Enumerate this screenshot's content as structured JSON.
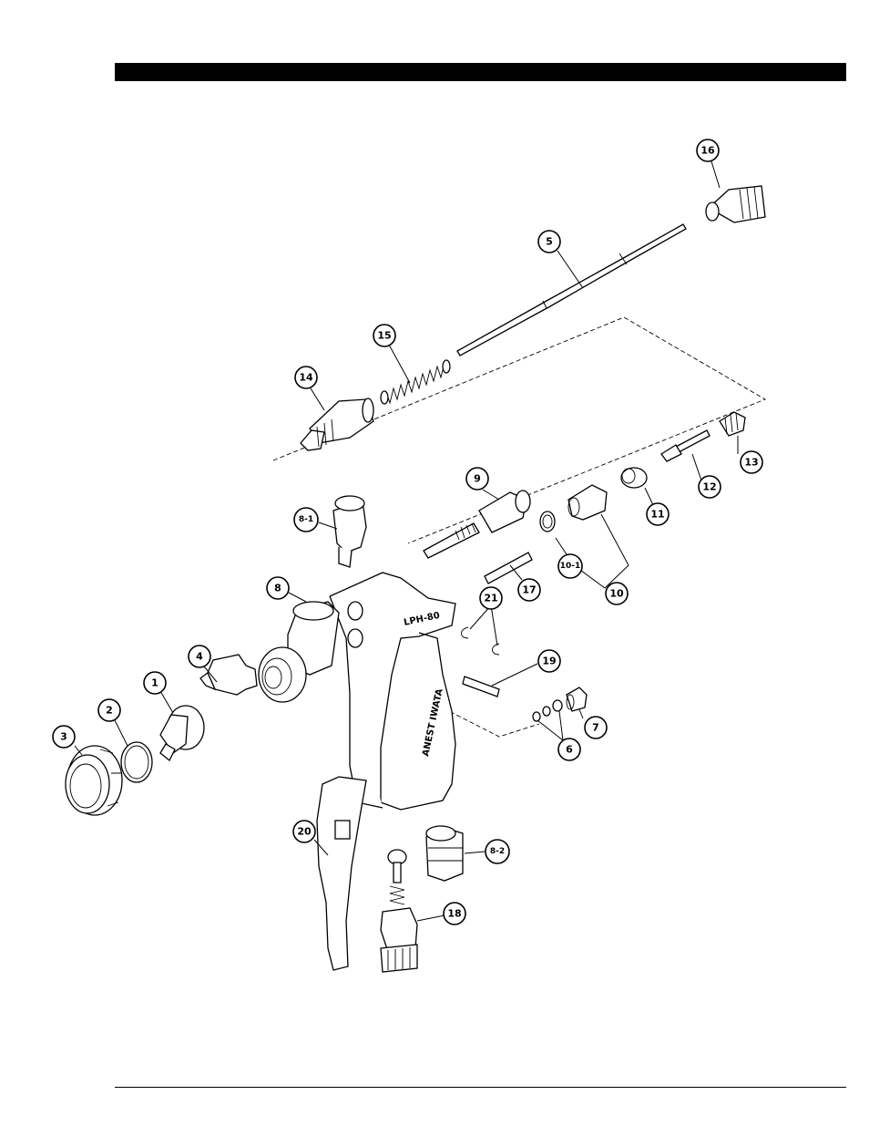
{
  "callouts": {
    "c1": "1",
    "c2": "2",
    "c3": "3",
    "c4": "4",
    "c5": "5",
    "c6": "6",
    "c7": "7",
    "c8": "8",
    "c8_1": "8-1",
    "c8_2": "8-2",
    "c9": "9",
    "c10": "10",
    "c10_1": "10-1",
    "c11": "11",
    "c12": "12",
    "c13": "13",
    "c14": "14",
    "c15": "15",
    "c16": "16",
    "c17": "17",
    "c18": "18",
    "c19": "19",
    "c20": "20",
    "c21": "21"
  },
  "gun_body": {
    "model_engraving": "LPH-80",
    "brand_engraving": "ANEST IWATA"
  }
}
